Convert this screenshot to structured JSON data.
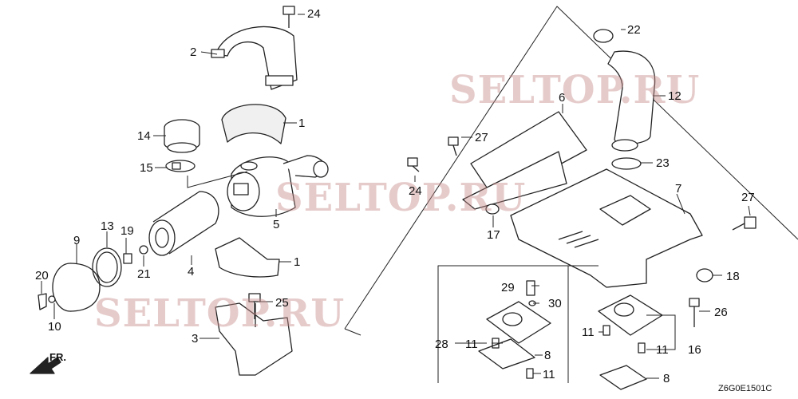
{
  "watermark": "SELTOP.RU",
  "diagram_code": "Z6G0E1501C",
  "direction_label": "FR.",
  "callouts": {
    "c1a": "1",
    "c1b": "1",
    "c2": "2",
    "c3": "3",
    "c4": "4",
    "c5": "5",
    "c6": "6",
    "c7": "7",
    "c8a": "8",
    "c8b": "8",
    "c9": "9",
    "c10": "10",
    "c11a": "11",
    "c11b": "11",
    "c11c": "11",
    "c11d": "11",
    "c12": "12",
    "c13": "13",
    "c14": "14",
    "c15": "15",
    "c16": "16",
    "c17": "17",
    "c18": "18",
    "c19": "19",
    "c20": "20",
    "c21": "21",
    "c22": "22",
    "c23": "23",
    "c24a": "24",
    "c24b": "24",
    "c25": "25",
    "c26": "26",
    "c27a": "27",
    "c27b": "27",
    "c28": "28",
    "c29": "29",
    "c30": "30"
  },
  "colors": {
    "line": "#222222",
    "watermark": "#c88c8c"
  }
}
